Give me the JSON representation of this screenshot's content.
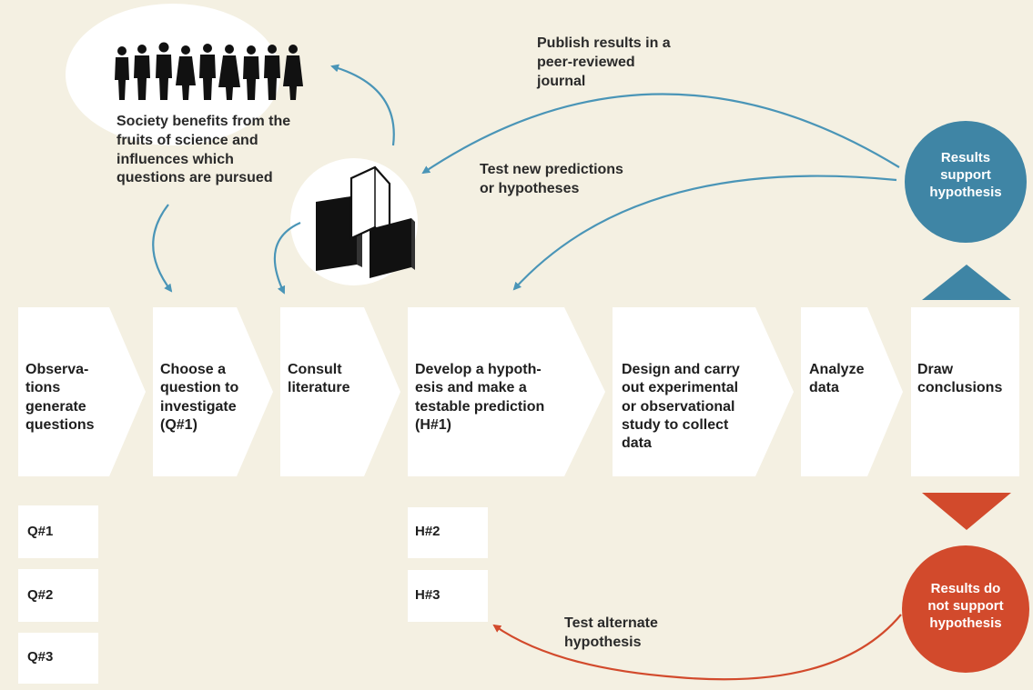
{
  "steps": [
    {
      "name": "observations",
      "label": "Observa-\ntions\ngenerate\nquestions"
    },
    {
      "name": "choose-question",
      "label": "Choose a\nquestion to\ninvestigate\n(Q#1)"
    },
    {
      "name": "consult-literature",
      "label": "Consult\nliterature"
    },
    {
      "name": "develop-hypothesis",
      "label": "Develop a hypoth-\nesis and make a\ntestable prediction\n(H#1)"
    },
    {
      "name": "design-study",
      "label": "Design and carry\nout experimental\nor observational\nstudy to collect\ndata"
    },
    {
      "name": "analyze-data",
      "label": "Analyze\ndata"
    },
    {
      "name": "draw-conclusions",
      "label": "Draw\nconclusions"
    }
  ],
  "questions": [
    "Q#1",
    "Q#2",
    "Q#3"
  ],
  "hypotheses": [
    "H#2",
    "H#3"
  ],
  "annotations": {
    "publish": "Publish results in a\npeer-reviewed\njournal",
    "test_new": "Test new predictions\nor hypotheses",
    "society": "Society benefits from the\nfruits of science and\ninfluences which\nquestions are pursued",
    "test_alternate": "Test alternate\nhypothesis"
  },
  "outcomes": {
    "support": "Results\nsupport\nhypothesis",
    "not_support": "Results do\nnot support\nhypothesis"
  },
  "colors": {
    "background": "#f4f0e2",
    "box": "#ffffff",
    "support": "#3f85a5",
    "not_support": "#d24a2c",
    "arrow_blue": "#4a95b7",
    "arrow_red": "#d24a2c",
    "ink": "#111111"
  },
  "icons": [
    "people-silhouettes-icon",
    "journals-icon"
  ]
}
